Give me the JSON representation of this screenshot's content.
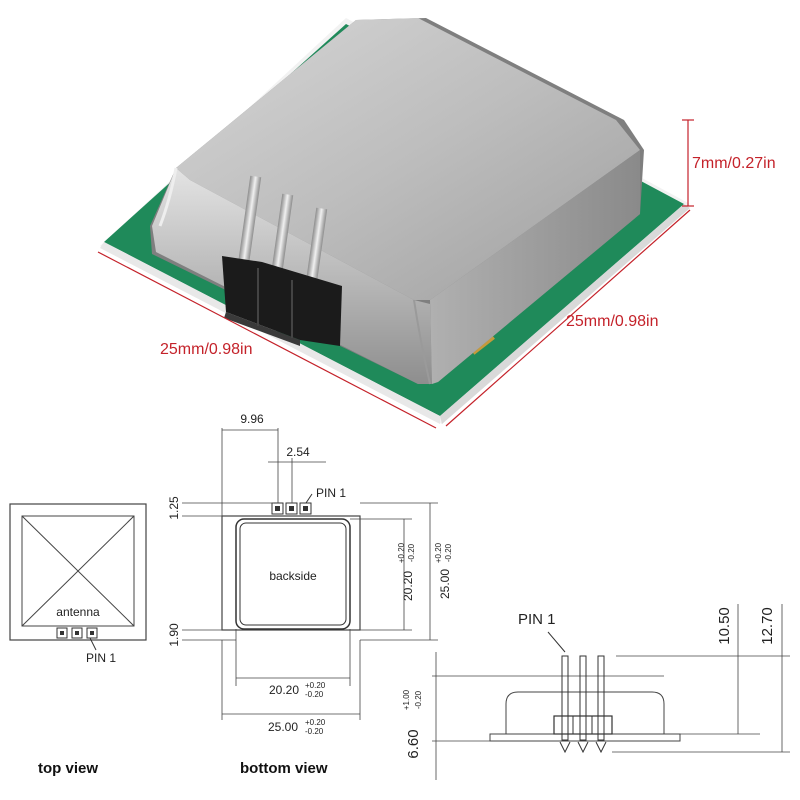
{
  "photo": {
    "height_label": "7mm/0.27in",
    "width_label": "25mm/0.98in",
    "depth_label": "25mm/0.98in"
  },
  "top_view": {
    "antenna_label": "antenna",
    "pin_label": "PIN 1",
    "caption": "top view"
  },
  "bottom_view": {
    "dim_pin_offset": "9.96",
    "dim_pin_pitch": "2.54",
    "pin_label": "PIN 1",
    "dim_top_margin": "1.25",
    "dim_bottom_margin": "1.90",
    "backside_label": "backside",
    "dim_inner_v": "20.20",
    "dim_outer_v": "25.00",
    "dim_inner_h": "20.20",
    "dim_outer_h": "25.00",
    "tol_plus": "+0.20",
    "tol_minus": "-0.20",
    "caption": "bottom view"
  },
  "side_view": {
    "pin_label": "PIN 1",
    "dim_total_height": "12.70",
    "dim_pin_height": "10.50",
    "dim_body_height": "6.60",
    "tol_plus": "+1.00",
    "tol_minus": "-0.20"
  },
  "colors": {
    "pcb_green": "#1f8a5a",
    "shield_silver": "#c9c9c9",
    "dimension_red": "#c4222a"
  }
}
